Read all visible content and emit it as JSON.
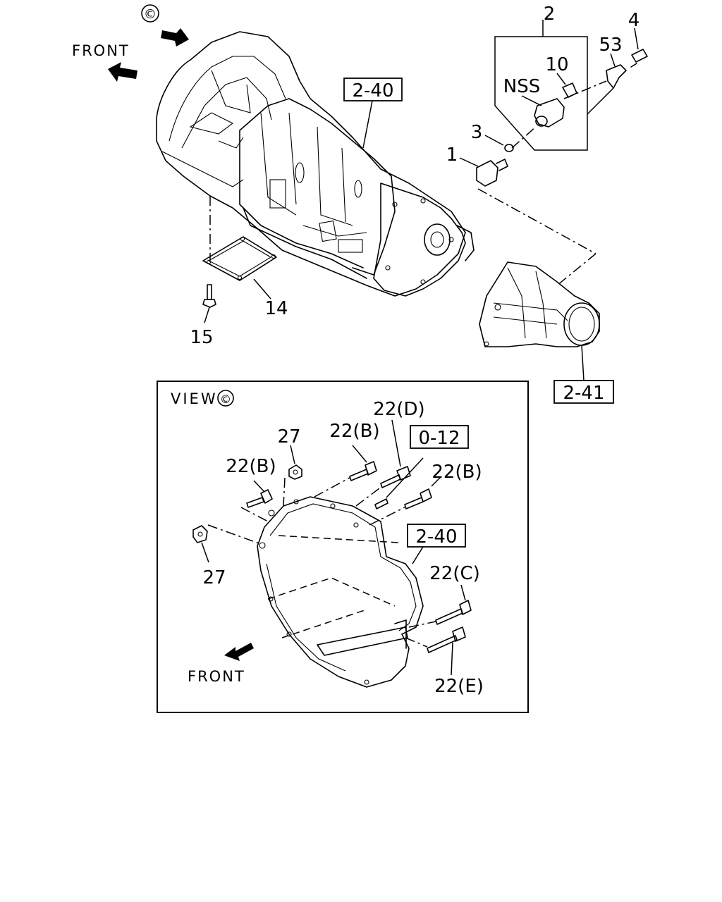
{
  "labels": {
    "view_marker": "©",
    "front_top": "FRONT",
    "front_bottom": "FRONT",
    "view_title": "VIEW",
    "ref_2_40_top": "2-40",
    "ref_2_41": "2-41",
    "ref_2_40_view": "2-40",
    "ref_0_12": "0-12",
    "part_2": "2",
    "part_4": "4",
    "part_53": "53",
    "part_10": "10",
    "part_nss": "NSS",
    "part_3": "3",
    "part_1": "1",
    "part_14": "14",
    "part_15": "15",
    "view_27_top": "27",
    "view_27_left": "27",
    "view_22b_left": "22(B)",
    "view_22b_mid": "22(B)",
    "view_22d": "22(D)",
    "view_22b_right": "22(B)",
    "view_22c": "22(C)",
    "view_22e": "22(E)"
  }
}
